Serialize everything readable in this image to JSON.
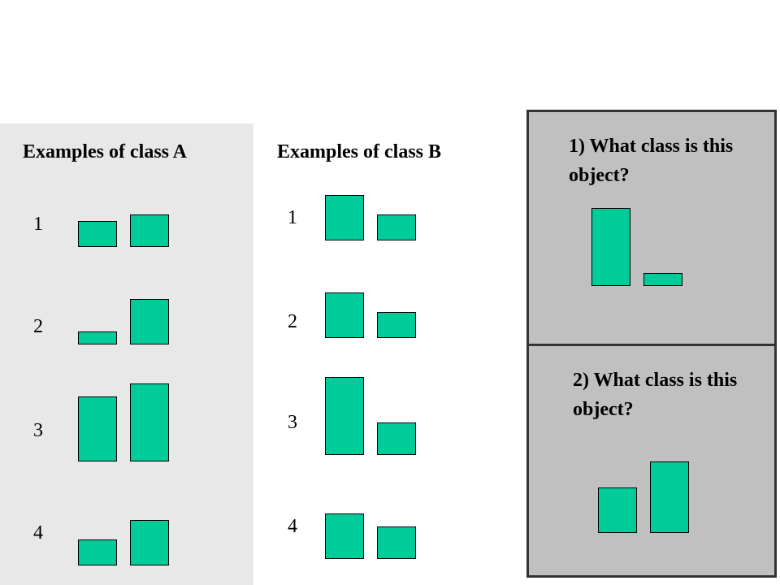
{
  "class_a": {
    "title": "Examples of class A",
    "examples": [
      {
        "label": "1",
        "bars": [
          {
            "h": 32
          },
          {
            "h": 40
          }
        ]
      },
      {
        "label": "2",
        "bars": [
          {
            "h": 16
          },
          {
            "h": 56
          }
        ]
      },
      {
        "label": "3",
        "bars": [
          {
            "h": 80
          },
          {
            "h": 96
          }
        ]
      },
      {
        "label": "4",
        "bars": [
          {
            "h": 32
          },
          {
            "h": 56
          }
        ]
      }
    ]
  },
  "class_b": {
    "title": "Examples of class B",
    "examples": [
      {
        "label": "1",
        "bars": [
          {
            "h": 56
          },
          {
            "h": 32
          }
        ]
      },
      {
        "label": "2",
        "bars": [
          {
            "h": 56
          },
          {
            "h": 32
          }
        ]
      },
      {
        "label": "3",
        "bars": [
          {
            "h": 96
          },
          {
            "h": 40
          }
        ]
      },
      {
        "label": "4",
        "bars": [
          {
            "h": 56
          },
          {
            "h": 40
          }
        ]
      }
    ]
  },
  "questions": [
    {
      "text": "1) What class is this object?",
      "bars": [
        {
          "h": 96
        },
        {
          "h": 16
        }
      ]
    },
    {
      "text": "2) What class is this object?",
      "bars": [
        {
          "h": 56
        },
        {
          "h": 88
        }
      ]
    }
  ],
  "colors": {
    "bar_fill": "#00cc99",
    "bar_stroke": "#000000",
    "panel_a_bg": "#e8e8e8",
    "question_bg": "#c0c0c0"
  }
}
